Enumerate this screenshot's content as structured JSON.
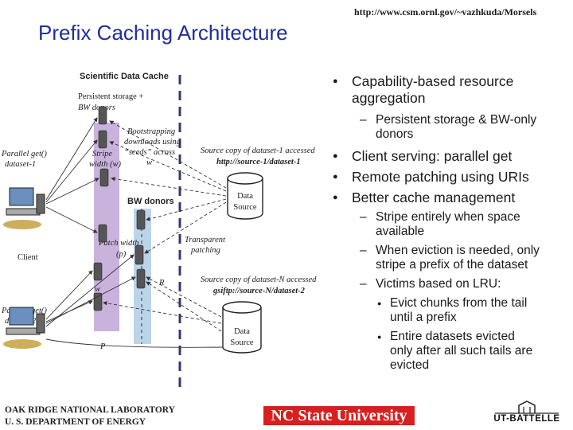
{
  "header": {
    "url": "http://www.csm.ornl.gov/~vazhkuda/Morsels",
    "title": "Prefix Caching Architecture"
  },
  "diagram": {
    "title": "Scientific Data Cache",
    "persistent_storage_1": "Persistent storage +",
    "persistent_storage_2": "BW donors",
    "bootstrapping_1": "Bootstrapping",
    "bootstrapping_2": "downloads using",
    "bootstrapping_3": "“seeds” across",
    "bootstrapping_4": "w",
    "stripe_1": "Stripe",
    "stripe_2": "width (w)",
    "parallel1_1": "Parallel get()",
    "parallel1_2": "dataset-1",
    "parallel2_1": "Parallel get()",
    "parallel2_2": "dataset-2",
    "client": "Client",
    "bw_donors": "BW donors",
    "patch_1": "Patch width",
    "patch_2": "(p)",
    "transparent_1": "Transparent",
    "transparent_2": "patching",
    "source1_1": "Source copy of dataset-1 accessed",
    "source1_2": "http://source-1/dataset-1",
    "sourceN_1": "Source copy of dataset-N accessed",
    "sourceN_2": "gsiftp://source-N/dataset-2",
    "ds_data": "Data",
    "ds_source": "Source",
    "label_r": "R",
    "label_w": "w",
    "label_p": "P"
  },
  "bullets": [
    {
      "text_lines": [
        "Capability-based resource",
        "aggregation"
      ]
    },
    {
      "text_lines": [
        "Client serving: parallel get"
      ]
    },
    {
      "text_lines": [
        "Remote patching using URIs"
      ]
    },
    {
      "text_lines": [
        "Better cache management"
      ]
    }
  ],
  "sub_bullets_1": [
    {
      "text_lines": [
        "Persistent storage & BW-only",
        "donors"
      ]
    }
  ],
  "sub_bullets_4": [
    {
      "text_lines": [
        "Stripe entirely when space",
        "available"
      ]
    },
    {
      "text_lines": [
        "When eviction is needed, only",
        "stripe a prefix of the dataset"
      ]
    },
    {
      "text_lines": [
        "Victims based on LRU:"
      ]
    }
  ],
  "sub_sub_bullets": [
    {
      "text_lines": [
        "Evict chunks from the tail",
        "until a prefix"
      ]
    },
    {
      "text_lines": [
        "Entire datasets evicted",
        "only after all such tails are",
        "evicted"
      ]
    }
  ],
  "footer": {
    "ornl_1": "OAK RIDGE NATIONAL LABORATORY",
    "ornl_2": "U. S. DEPARTMENT OF ENERGY",
    "ncstate": "NC State University",
    "utb": "UT-BATTELLE"
  },
  "colors": {
    "title": "#1f2e9c",
    "stripe_panel": "#c9b3dc",
    "bw_panel": "#bcd4ea",
    "ncstate_bg": "#d81f1f"
  }
}
